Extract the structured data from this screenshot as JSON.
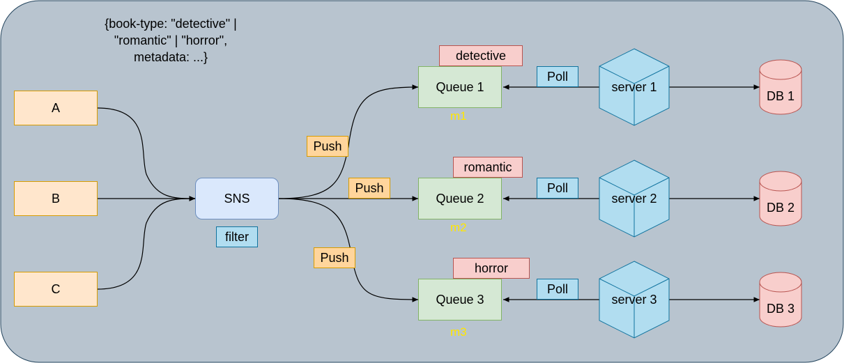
{
  "colors": {
    "background": "#b8c4cf",
    "source_fill": "#ffe6cc",
    "sns_fill": "#dae8fc",
    "queue_fill": "#d5e8d4",
    "server_fill": "#b1ddf0",
    "db_fill": "#f8cecc",
    "m_label": "#ffe600"
  },
  "message_format": "{book-type: \"detective\" |\n\"romantic\" | \"horror\",\nmetadata: ...}",
  "sources": [
    {
      "label": "A"
    },
    {
      "label": "B"
    },
    {
      "label": "C"
    }
  ],
  "sns": {
    "label": "SNS",
    "filter_label": "filter"
  },
  "push_labels": [
    "Push",
    "Push",
    "Push"
  ],
  "queues": [
    {
      "label": "Queue 1",
      "tag": "detective",
      "m": "m1"
    },
    {
      "label": "Queue 2",
      "tag": "romantic",
      "m": "m2"
    },
    {
      "label": "Queue 3",
      "tag": "horror",
      "m": "m3"
    }
  ],
  "poll_labels": [
    "Poll",
    "Poll",
    "Poll"
  ],
  "servers": [
    {
      "label": "server 1"
    },
    {
      "label": "server 2"
    },
    {
      "label": "server 3"
    }
  ],
  "databases": [
    {
      "label": "DB 1"
    },
    {
      "label": "DB 2"
    },
    {
      "label": "DB 3"
    }
  ]
}
